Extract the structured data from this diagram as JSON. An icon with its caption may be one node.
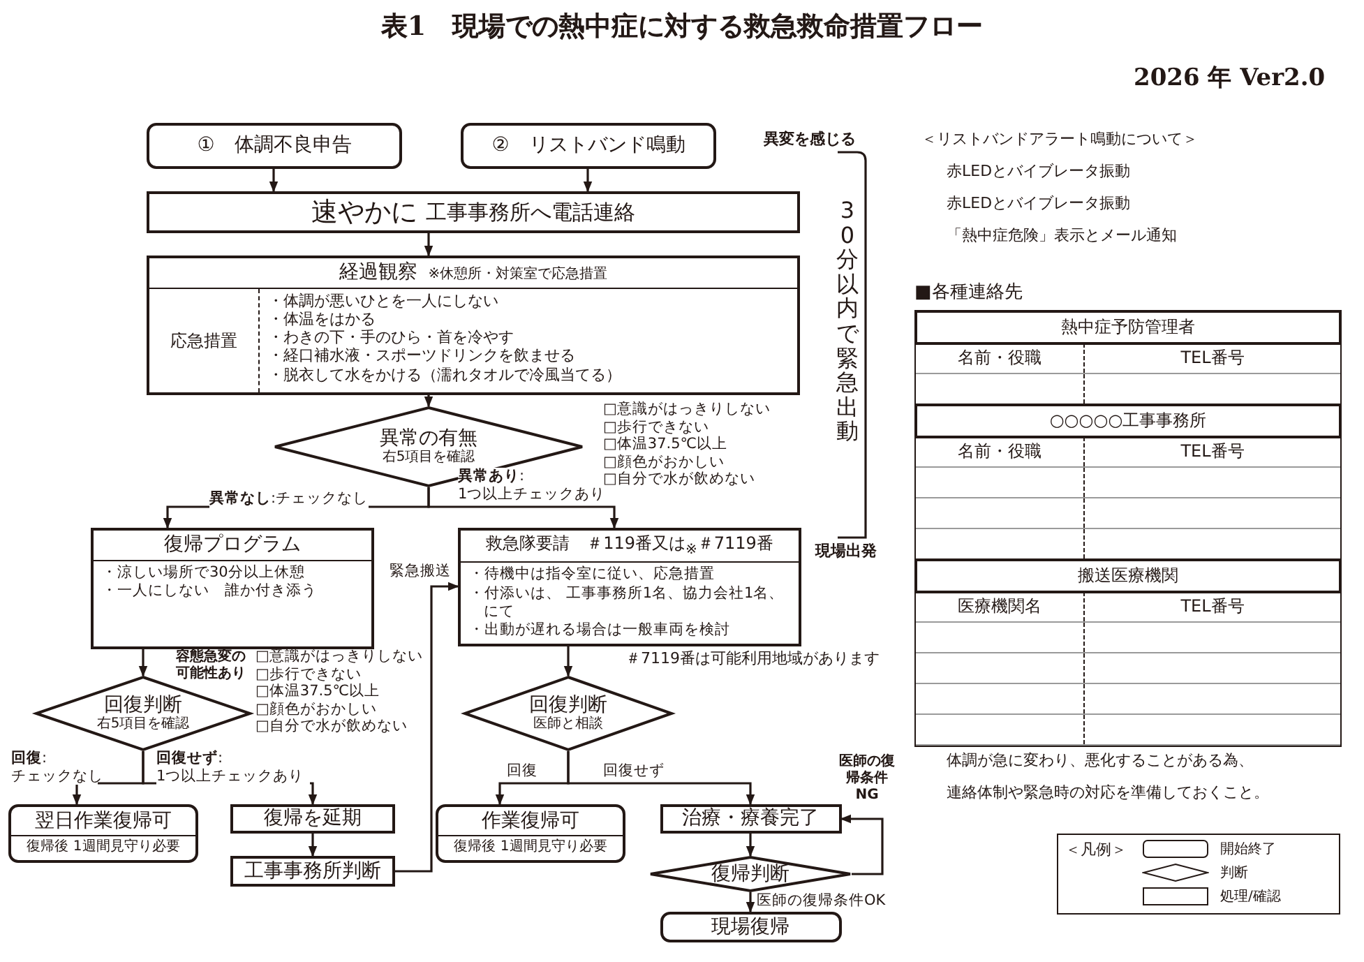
{
  "diagram": {
    "title": "表1　現場での熱中症に対する救急救命措置フロー",
    "nodes": [
      {
        "text": [
          "①　体調不良申告"
        ]
      },
      {
        "text": [
          "②　リストバンド鳴動"
        ]
      },
      {
        "text": [
          "速やかに",
          "工事事務所へ電話連絡"
        ]
      },
      {
        "text": [
          "経過観察",
          "※休憩所・対策室で応急措置",
          "応急措置",
          "・体調が悪いひとを一人にしない",
          "・体温をはかる",
          "・わきの下・手のひら・首を冷やす",
          "・経口補水液・スポーツドリンクを飲ませる",
          "・脱衣して水をかける（濡れタオルで冷風当てる）"
        ]
      },
      {
        "text": [
          "異常の有無",
          "右5項目を確認"
        ],
        "beside": [
          "□意識がはっきりしない",
          "□歩行できない",
          "□体温37.5℃以上",
          "□顔色がおかしい",
          "□自分で水が飲めない"
        ]
      },
      {
        "text": [
          "復帰プログラム",
          "・涼しい場所で30分以上休憩",
          "・一人にしない　誰か付き添う"
        ]
      },
      {
        "text": [
          "救急隊要請　＃119番又は$_{※}$＃7119番",
          "・待機中は指令室に従い、応急措置",
          "・付添いは、 工事事務所1名、協力会社1名、にて",
          "・出動が遅れる場合は一般車両を検討"
        ]
      },
      {
        "text": [
          "回復判断",
          "右5項目を確認"
        ],
        "beside": [
          "□意識がはっきりしない",
          "□歩行できない",
          "□体温37.5℃以上",
          "□顔色がおかしい",
          "□自分で水が飲めない"
        ]
      },
      {
        "text": [
          "回復判断",
          "医師と相談"
        ]
      },
      {
        "text": [
          "翌日作業復帰可",
          "復帰後 1週間見守り必要"
        ]
      },
      {
        "text": [
          "復帰を延期"
        ]
      },
      {
        "text": [
          "工事事務所判断"
        ]
      },
      {
        "text": [
          "作業復帰可",
          "復帰後 1週間見守り必要"
        ]
      },
      {
        "text": [
          "治療・療養完了"
        ]
      },
      {
        "text": [
          "復帰判断"
        ]
      },
      {
        "text": [
          "現場復帰"
        ]
      }
    ],
    "edges": [
      {
        "from": 0,
        "to": 2,
        "arrow": "to"
      },
      {
        "from": 1,
        "to": 2,
        "arrow": "to"
      },
      {
        "from": 2,
        "to": 3,
        "arrow": "to"
      },
      {
        "from": 3,
        "to": 4,
        "arrow": "to"
      },
      {
        "from": 4,
        "to": 5,
        "arrow": "to",
        "label": "**異常なし**:チェックなし"
      },
      {
        "from": 4,
        "to": 6,
        "arrow": "to",
        "label": "**異常あり**: 1つ以上チェックあり"
      },
      {
        "from": 5,
        "to": 7,
        "arrow": "to",
        "label": "容態急変の可能性あり"
      },
      {
        "from": 6,
        "to": 8,
        "arrow": "to"
      },
      {
        "from": 7,
        "to": 9,
        "arrow": "to",
        "label": "**回復**: チェックなし"
      },
      {
        "from": 7,
        "to": 10,
        "arrow": "to",
        "label": "**回復せず**: 1つ以上チェックあり"
      },
      {
        "from": 10,
        "to": 11,
        "arrow": "to"
      },
      {
        "from": 11,
        "to": 6,
        "arrow": "to",
        "label": "緊急搬送"
      },
      {
        "from": 8,
        "to": 12,
        "arrow": "to",
        "label": "回復"
      },
      {
        "from": 8,
        "to": 13,
        "arrow": "to",
        "label": "回復せず"
      },
      {
        "from": 13,
        "to": 14,
        "arrow": "to"
      },
      {
        "from": 14,
        "to": 15,
        "arrow": "to",
        "label": "医師の復帰条件OK"
      },
      {
        "from": 14,
        "to": 13,
        "arrow": "to",
        "label": "医師の復帰条件NG"
      }
    ],
    "labels": [
      "2026 年 Ver2.0",
      "異変を感じる",
      "30分以内で緊急出動",
      "現場出発",
      "＜リストバンドアラート鳴動について＞",
      "赤LEDとバイブレータ振動",
      "赤LEDとバイブレータ振動",
      "「熱中症危険」表示とメール通知",
      "■各種連絡先",
      "熱中症予防管理者",
      "名前・役職",
      "TEL番号",
      "○○○○○工事事務所",
      "名前・役職",
      "TEL番号",
      "搬送医療機関",
      "医療機関名",
      "TEL番号",
      "＃7119番は可能利用地域があります",
      "体調が急に変わり、悪化することがある為、",
      "連絡体制や緊急時の対応を準備しておくこと。",
      "＜凡例＞"
    ],
    "legend": [
      {
        "text": "開始終了"
      },
      {
        "text": "判断"
      },
      {
        "text": "処理/確認"
      }
    ]
  }
}
